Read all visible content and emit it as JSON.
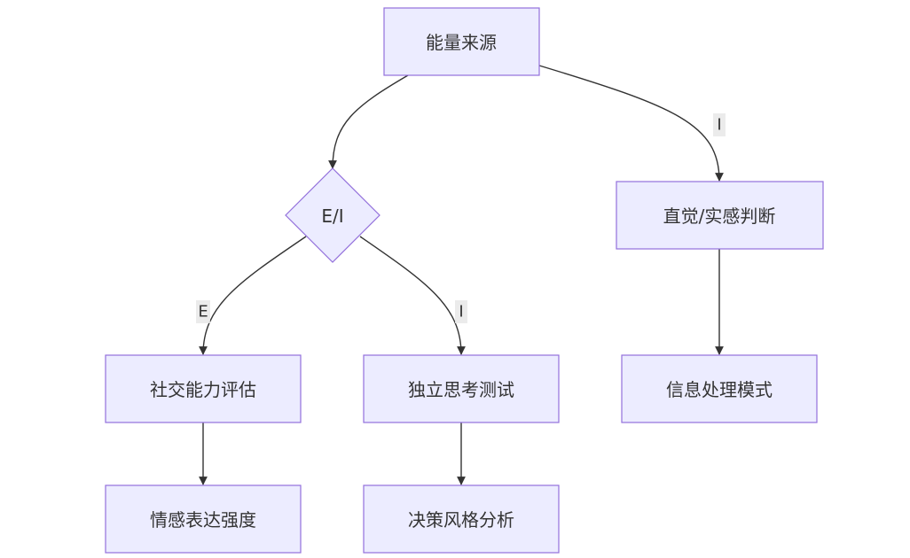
{
  "diagram": {
    "nodes": [
      {
        "id": "energy",
        "label": "能量来源",
        "shape": "rect"
      },
      {
        "id": "ei",
        "label": "E/I",
        "shape": "diamond"
      },
      {
        "id": "intuition",
        "label": "直觉/实感判断",
        "shape": "rect"
      },
      {
        "id": "social",
        "label": "社交能力评估",
        "shape": "rect"
      },
      {
        "id": "independent",
        "label": "独立思考测试",
        "shape": "rect"
      },
      {
        "id": "info",
        "label": "信息处理模式",
        "shape": "rect"
      },
      {
        "id": "emotion",
        "label": "情感表达强度",
        "shape": "rect"
      },
      {
        "id": "decision",
        "label": "决策风格分析",
        "shape": "rect"
      }
    ],
    "edges": [
      {
        "from": "energy",
        "to": "ei",
        "label": ""
      },
      {
        "from": "energy",
        "to": "intuition",
        "label": "I"
      },
      {
        "from": "ei",
        "to": "social",
        "label": "E"
      },
      {
        "from": "ei",
        "to": "independent",
        "label": "I"
      },
      {
        "from": "intuition",
        "to": "info",
        "label": ""
      },
      {
        "from": "social",
        "to": "emotion",
        "label": ""
      },
      {
        "from": "independent",
        "to": "decision",
        "label": ""
      }
    ],
    "colors": {
      "node_fill": "#ECECFF",
      "node_stroke": "#9370DB",
      "edge": "#333333",
      "text": "#333333",
      "label_bg": "#E8E8E8"
    }
  }
}
